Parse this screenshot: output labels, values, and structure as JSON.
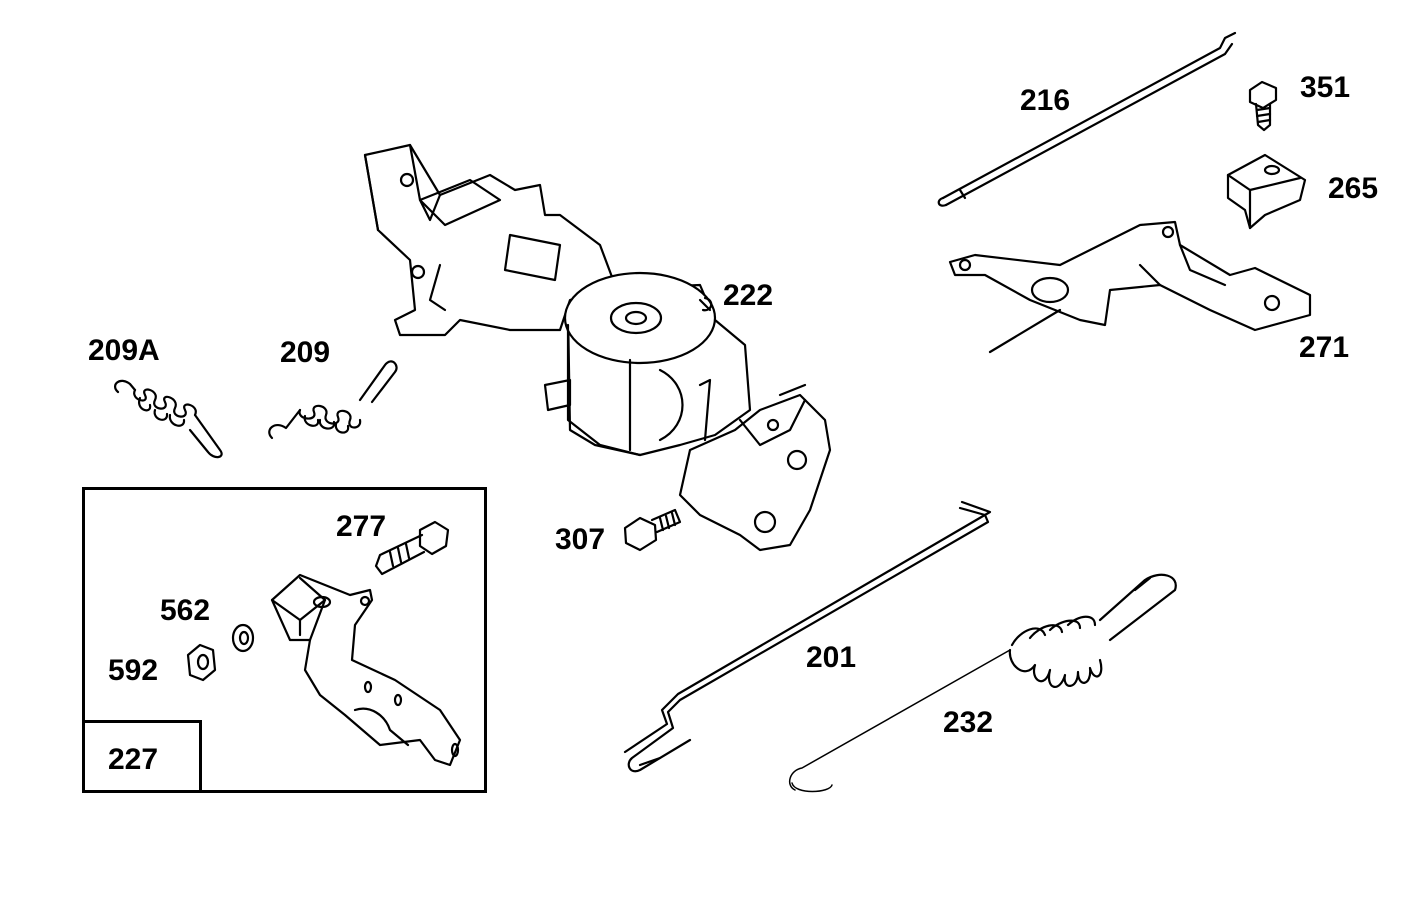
{
  "labels": {
    "p209a": "209A",
    "p209": "209",
    "p222": "222",
    "p216": "216",
    "p351": "351",
    "p265": "265",
    "p271": "271",
    "p307": "307",
    "p277": "277",
    "p562": "562",
    "p592": "592",
    "p227": "227",
    "p201": "201",
    "p232": "232"
  },
  "colors": {
    "line": "#000000",
    "background": "#ffffff"
  }
}
